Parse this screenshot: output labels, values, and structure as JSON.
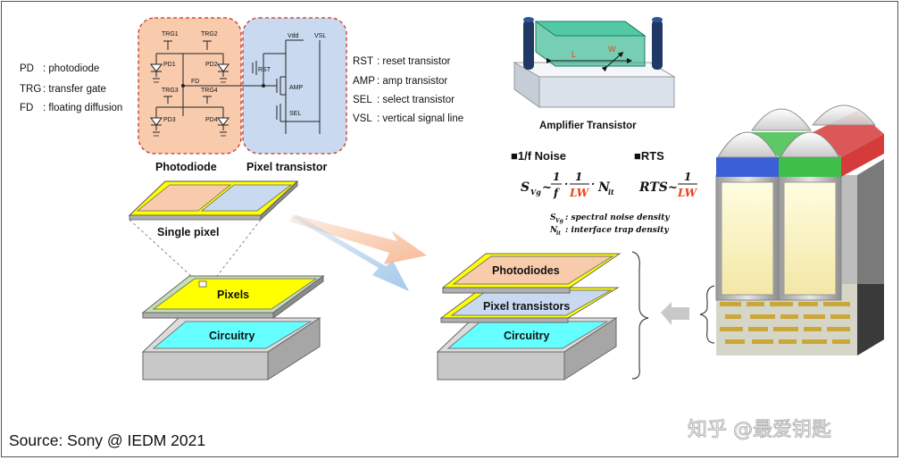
{
  "legend_left": [
    {
      "abbr": "PD",
      "desc": ": photodiode"
    },
    {
      "abbr": "TRG",
      "desc": ": transfer gate"
    },
    {
      "abbr": "FD",
      "desc": ": floating diffusion"
    }
  ],
  "legend_right": [
    {
      "abbr": "RST",
      "desc": ": reset transistor"
    },
    {
      "abbr": "AMP",
      "desc": ": amp transistor"
    },
    {
      "abbr": "SEL",
      "desc": ": select transistor"
    },
    {
      "abbr": "VSL",
      "desc": ": vertical signal line"
    }
  ],
  "circuit": {
    "trg1": "TRG1",
    "trg2": "TRG2",
    "trg3": "TRG3",
    "trg4": "TRG4",
    "pd1": "PD1",
    "pd2": "PD2",
    "pd3": "PD3",
    "pd4": "PD4",
    "fd": "FD",
    "vdd": "Vdd",
    "vsl": "VSL",
    "rst": "RST",
    "amp": "AMP",
    "sel": "SEL"
  },
  "section_labels": {
    "photodiode": "Photodiode",
    "pixel_transistor": "Pixel transistor",
    "single_pixel": "Single pixel",
    "pixels": "Pixels",
    "circuitry_left": "Circuitry",
    "photodiodes": "Photodiodes",
    "pixel_transistors": "Pixel transistors",
    "circuitry_right": "Circuitry"
  },
  "amplifier": {
    "title": "Amplifier Transistor",
    "l": "L",
    "w": "W"
  },
  "noise": {
    "heading_1f": "■1/f Noise",
    "heading_rts": "■RTS",
    "sub_svg": "S",
    "sub_svg_index": "Vg",
    "note_svg": ": spectral noise density",
    "note_nit": ": interface trap density",
    "note_nit_sym": "N",
    "note_nit_index": "it"
  },
  "source": "Source: Sony @ IEDM 2021",
  "watermark": "知乎 @最爱钥匙",
  "colors": {
    "photodiode_fill": "#f8cbad",
    "pixel_tr_fill": "#c9daf0",
    "pixel_layer": "#ffff00",
    "circuitry": "#66ffff",
    "accent_red": "#e8441b",
    "amp_green": "#2db38a",
    "pillar_blue": "#1f3864"
  }
}
